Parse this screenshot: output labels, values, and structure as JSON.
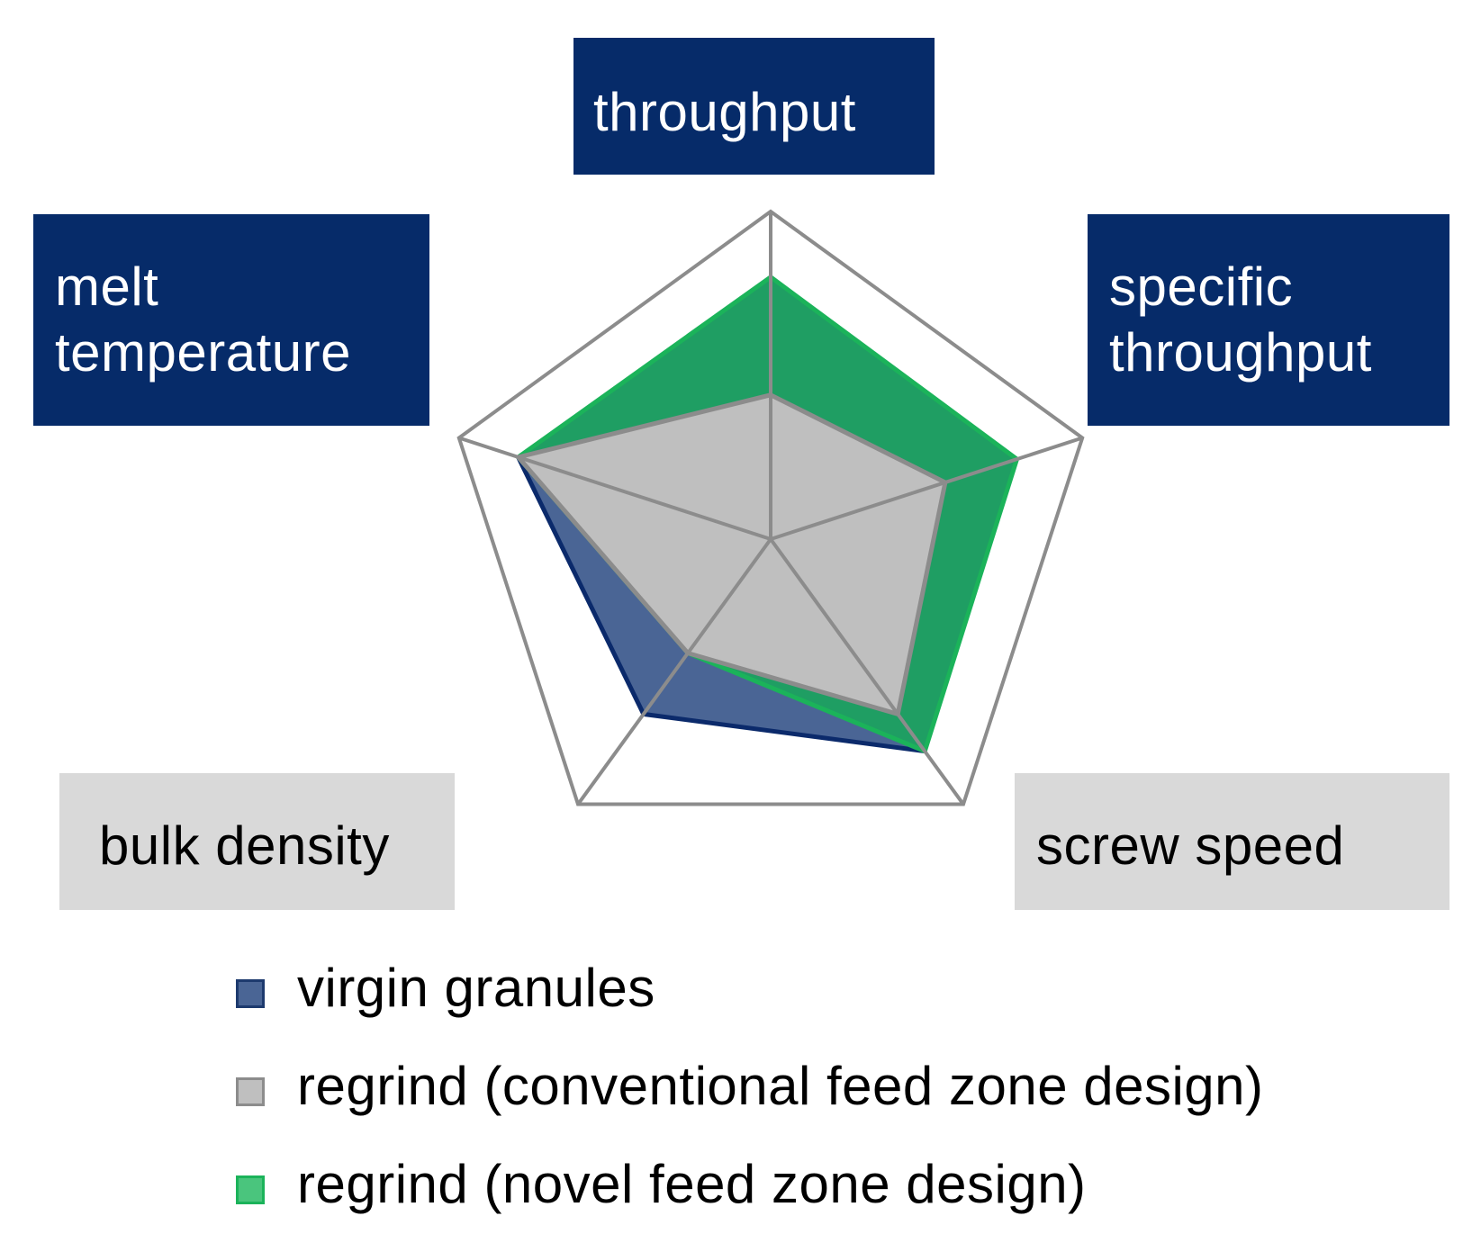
{
  "chart_data": {
    "type": "radar",
    "axes": [
      "throughput",
      "specific throughput",
      "screw speed",
      "bulk density",
      "melt temperature"
    ],
    "rlim": [
      0,
      1
    ],
    "grid": "outer pentagon with spokes",
    "legend_position": "bottom",
    "series": [
      {
        "name": "virgin granules",
        "values": [
          0.44,
          0.53,
          0.8,
          0.66,
          0.81
        ],
        "fill": "#4a6595",
        "stroke": "#0b2a6b"
      },
      {
        "name": "regrind (novel feed zone design)",
        "values": [
          0.8,
          0.79,
          0.8,
          0.43,
          0.81
        ],
        "fill": "#1f9e63",
        "stroke": "#1bb35a"
      },
      {
        "name": "regrind (conventional feed zone design)",
        "values": [
          0.44,
          0.56,
          0.66,
          0.43,
          0.81
        ],
        "fill": "#bfbfbf",
        "stroke": "#8c8c8c"
      }
    ]
  },
  "labels": {
    "throughput": "throughput",
    "specific_throughput": "specific throughput",
    "screw_speed": "screw speed",
    "bulk_density": "bulk density",
    "melt_temperature": "melt temperature"
  },
  "legend": {
    "items": [
      {
        "label": "virgin granules",
        "fill": "#4a6595",
        "stroke": "#1d3a6e"
      },
      {
        "label": "regrind (conventional feed zone design)",
        "fill": "#bfbfbf",
        "stroke": "#8c8c8c"
      },
      {
        "label": "regrind (novel feed zone design)",
        "fill": "#4ac57d",
        "stroke": "#1bb35a"
      }
    ]
  },
  "colors": {
    "label_dark": "#062b69",
    "label_light": "#d9d9d9",
    "grid": "#8c8c8c"
  }
}
